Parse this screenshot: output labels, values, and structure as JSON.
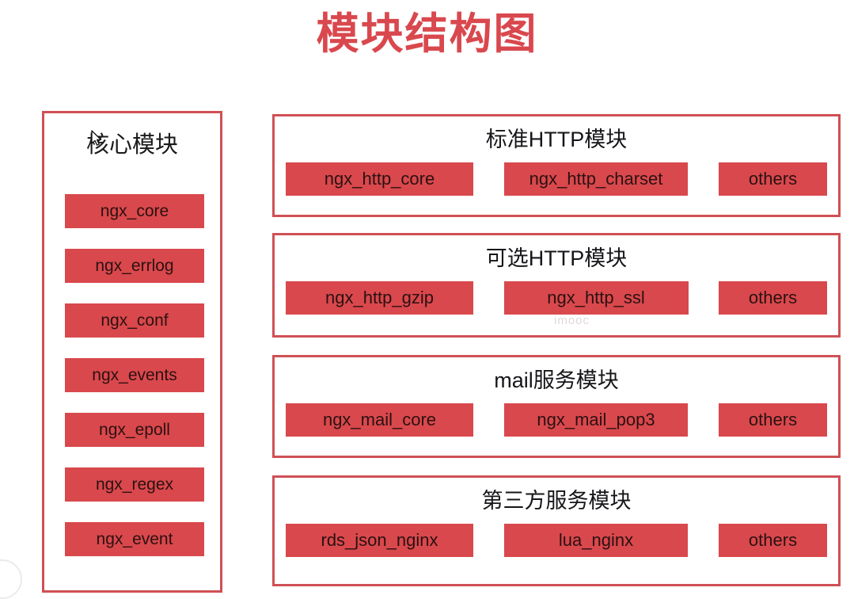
{
  "title": "模块结构图",
  "accent_color": "#d9484e",
  "chip_color": "#d9484c",
  "border_color": "#cf5055",
  "core_panel": {
    "title": "核心模块",
    "modules": [
      "ngx_core",
      "ngx_errlog",
      "ngx_conf",
      "ngx_events",
      "ngx_epoll",
      "ngx_regex",
      "ngx_event"
    ]
  },
  "groups": [
    {
      "title": "标准HTTP模块",
      "modules": [
        "ngx_http_core",
        "ngx_http_charset",
        "others"
      ]
    },
    {
      "title": "可选HTTP模块",
      "modules": [
        "ngx_http_gzip",
        "ngx_http_ssl",
        "others"
      ]
    },
    {
      "title": "mail服务模块",
      "modules": [
        "ngx_mail_core",
        "ngx_mail_pop3",
        "others"
      ]
    },
    {
      "title": "第三方服务模块",
      "modules": [
        "rds_json_nginx",
        "lua_nginx",
        "others"
      ]
    }
  ],
  "watermark": "imooc"
}
